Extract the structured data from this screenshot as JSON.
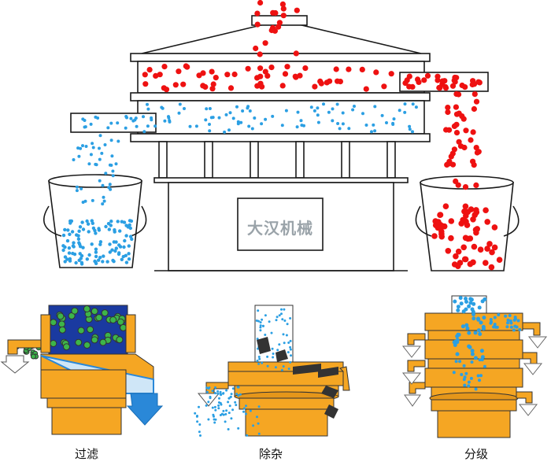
{
  "main_diagram": {
    "brand_text": "大汉机械",
    "colors": {
      "coarse_particles": "#ee1111",
      "fine_particles": "#2b9fe3",
      "outline": "#1a1a1a",
      "bucket_fill": "#dff3f9"
    }
  },
  "panels": [
    {
      "id": "filter",
      "caption": "过滤",
      "colors": {
        "body": "#f5a623",
        "liquid": "#1a3aa0",
        "solids": "#3db54a",
        "flow": "#2a88d8"
      }
    },
    {
      "id": "impurity_removal",
      "caption": "除杂",
      "colors": {
        "body": "#f5a623",
        "particles": "#2b9fe3",
        "impurities": "#333333"
      }
    },
    {
      "id": "grading",
      "caption": "分级",
      "colors": {
        "body": "#f5a623",
        "particles": "#2b9fe3",
        "arrows": "#ffffff"
      }
    }
  ]
}
